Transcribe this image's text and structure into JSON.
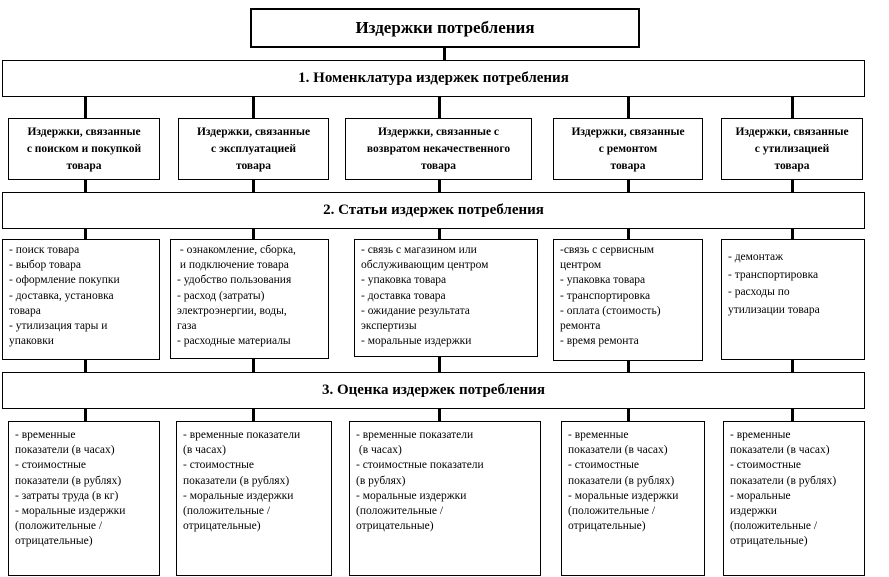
{
  "title": "Издержки потребления",
  "sections": {
    "nomenclature": "1. Номенклатура издержек потребления",
    "articles": "2. Статьи издержек потребления",
    "evaluation": "3. Оценка издержек потребления"
  },
  "categories": [
    [
      "Издержки, связанные",
      "с поиском и покупкой",
      "товара"
    ],
    [
      "Издержки, связанные",
      "с эксплуатацией",
      "товара"
    ],
    [
      "Издержки, связанные с",
      "возвратом некачественного",
      "товара"
    ],
    [
      "Издержки, связанные",
      "с ремонтом",
      "товара"
    ],
    [
      "Издержки, связанные",
      "с утилизацией",
      "товара"
    ]
  ],
  "articles": [
    [
      "- поиск товара",
      "- выбор товара",
      "- оформление покупки",
      "- доставка, установка",
      "товара",
      "- утилизация тары и",
      "упаковки"
    ],
    [
      " - ознакомление, сборка,",
      " и подключение товара",
      "- удобство пользования",
      "- расход (затраты)",
      "электроэнергии, воды,",
      "газа",
      "- расходные материалы"
    ],
    [
      "- связь с магазином или",
      "обслуживающим центром",
      "- упаковка товара",
      "- доставка товара",
      "- ожидание результата",
      "экспертизы",
      "- моральные издержки"
    ],
    [
      "-связь с сервисным",
      "центром",
      "- упаковка товара",
      "- транспортировка",
      "- оплата (стоимость)",
      "ремонта",
      "- время ремонта"
    ],
    [
      "- демонтаж",
      "- транспортировка",
      "- расходы по",
      "утилизации товара"
    ]
  ],
  "evaluation": [
    [
      "- временные",
      "показатели (в часах)",
      "- стоимостные",
      "показатели (в рублях)",
      "- затраты труда (в кг)",
      "- моральные издержки",
      "(положительные /",
      "отрицательные)"
    ],
    [
      "- временные показатели",
      "(в часах)",
      "- стоимостные",
      "показатели (в рублях)",
      "- моральные издержки",
      "(положительные /",
      "отрицательные)"
    ],
    [
      "- временные показатели",
      " (в часах)",
      "- стоимостные показатели",
      "(в рублях)",
      "- моральные издержки",
      "(положительные /",
      "отрицательные)"
    ],
    [
      "- временные",
      "показатели (в часах)",
      "- стоимостные",
      "показатели (в рублях)",
      "- моральные издержки",
      "(положительные /",
      "отрицательные)"
    ],
    [
      "- временные",
      "показатели (в часах)",
      "- стоимостные",
      "показатели (в рублях)",
      "- моральные",
      "издержки",
      "(положительные /",
      "отрицательные)"
    ]
  ]
}
